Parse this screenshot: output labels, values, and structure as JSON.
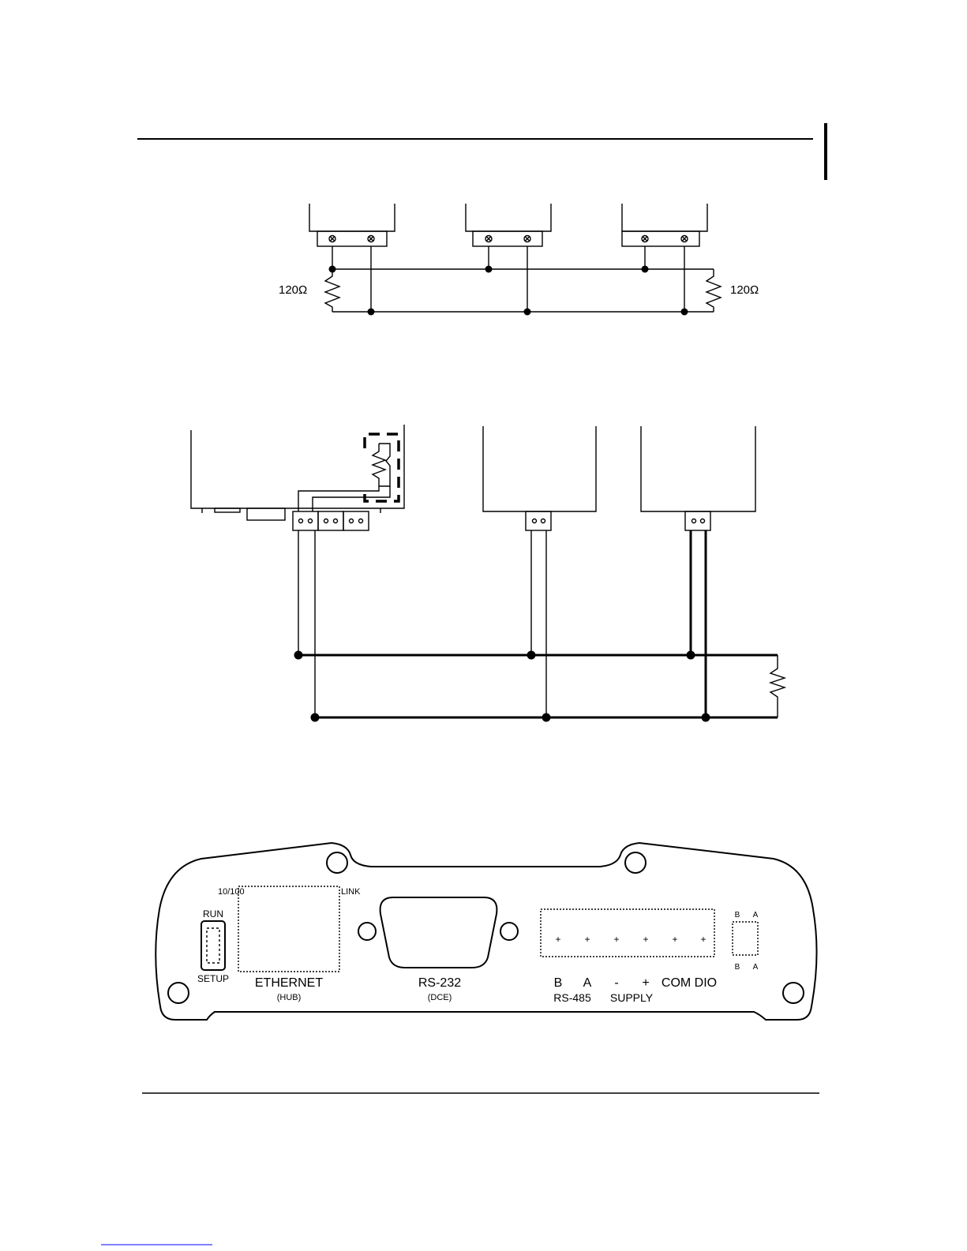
{
  "colors": {
    "ink": "#000000",
    "paper": "#ffffff",
    "link_underline": "#0000ff"
  },
  "diagram1": {
    "resistor_left_label": "120Ω",
    "resistor_right_label": "120Ω"
  },
  "panel": {
    "led_left": "10/100",
    "led_right": "LINK",
    "switch_top": "RUN",
    "switch_bottom": "SETUP",
    "ethernet_label": "ETHERNET",
    "ethernet_sub": "(HUB)",
    "rs232_label": "RS-232",
    "rs232_sub": "(DCE)",
    "term_b": "B",
    "term_a": "A",
    "rs485_label": "RS-485",
    "supply_minus": "-",
    "supply_plus": "+",
    "supply_label": "SUPPLY",
    "com_dio_label": "COM DIO",
    "dip_top_left": "B",
    "dip_top_right": "A",
    "dip_bottom_left": "B",
    "dip_bottom_right": "A"
  }
}
